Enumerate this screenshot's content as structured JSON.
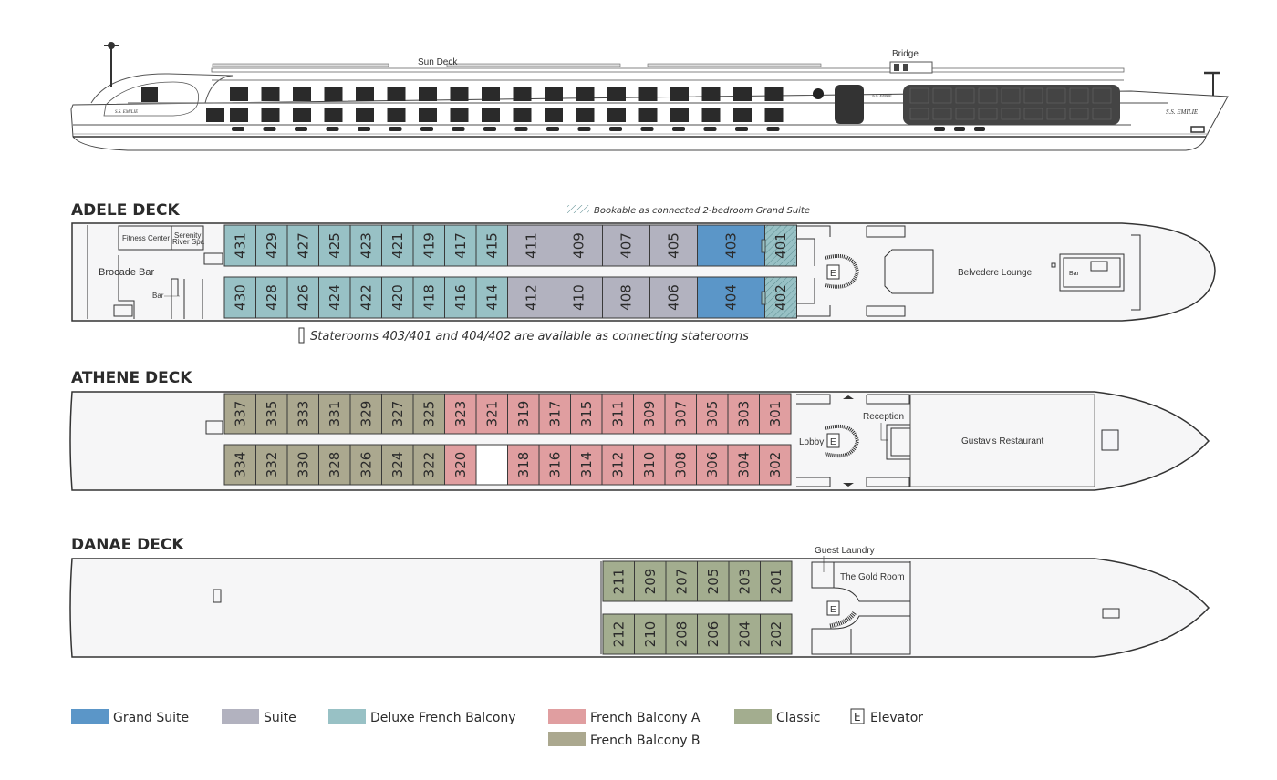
{
  "colors": {
    "grand_suite": "#5b96c8",
    "suite": "#b2b2bf",
    "deluxe_french_balcony": "#98c1c5",
    "french_balcony_a": "#e09ea0",
    "french_balcony_b": "#aba88f",
    "classic": "#a3ad8f"
  },
  "profile": {
    "labels": {
      "sun_deck": "Sun Deck",
      "bridge": "Bridge"
    },
    "ship_name": "S.S. EMILIE"
  },
  "adele": {
    "title": "ADELE DECK",
    "bookable_note": "Bookable as connected 2-bedroom Grand Suite",
    "connecting_note": "Staterooms 403/401 and 404/402 are available as connecting staterooms",
    "areas": {
      "fitness": "Fitness Center",
      "spa_line1": "Serenity",
      "spa_line2": "River Spa",
      "brocade_bar": "Brocade Bar",
      "bar": "Bar",
      "lounge": "Belvedere Lounge",
      "lounge_bar": "Bar",
      "elevator": "E"
    },
    "top": [
      {
        "num": "431",
        "cat": "deluxe_french_balcony"
      },
      {
        "num": "429",
        "cat": "deluxe_french_balcony"
      },
      {
        "num": "427",
        "cat": "deluxe_french_balcony"
      },
      {
        "num": "425",
        "cat": "deluxe_french_balcony"
      },
      {
        "num": "423",
        "cat": "deluxe_french_balcony"
      },
      {
        "num": "421",
        "cat": "deluxe_french_balcony"
      },
      {
        "num": "419",
        "cat": "deluxe_french_balcony"
      },
      {
        "num": "417",
        "cat": "deluxe_french_balcony"
      },
      {
        "num": "415",
        "cat": "deluxe_french_balcony"
      },
      {
        "num": "411",
        "cat": "suite"
      },
      {
        "num": "409",
        "cat": "suite"
      },
      {
        "num": "407",
        "cat": "suite"
      },
      {
        "num": "405",
        "cat": "suite"
      },
      {
        "num": "403",
        "cat": "grand_suite"
      },
      {
        "num": "401",
        "cat": "deluxe_french_balcony",
        "hatched": true
      }
    ],
    "bottom": [
      {
        "num": "430",
        "cat": "deluxe_french_balcony"
      },
      {
        "num": "428",
        "cat": "deluxe_french_balcony"
      },
      {
        "num": "426",
        "cat": "deluxe_french_balcony"
      },
      {
        "num": "424",
        "cat": "deluxe_french_balcony"
      },
      {
        "num": "422",
        "cat": "deluxe_french_balcony"
      },
      {
        "num": "420",
        "cat": "deluxe_french_balcony"
      },
      {
        "num": "418",
        "cat": "deluxe_french_balcony"
      },
      {
        "num": "416",
        "cat": "deluxe_french_balcony"
      },
      {
        "num": "414",
        "cat": "deluxe_french_balcony"
      },
      {
        "num": "412",
        "cat": "suite"
      },
      {
        "num": "410",
        "cat": "suite"
      },
      {
        "num": "408",
        "cat": "suite"
      },
      {
        "num": "406",
        "cat": "suite"
      },
      {
        "num": "404",
        "cat": "grand_suite"
      },
      {
        "num": "402",
        "cat": "deluxe_french_balcony",
        "hatched": true
      }
    ]
  },
  "athene": {
    "title": "ATHENE DECK",
    "areas": {
      "lobby": "Lobby",
      "reception": "Reception",
      "restaurant": "Gustav's Restaurant",
      "elevator": "E"
    },
    "top": [
      {
        "num": "337",
        "cat": "french_balcony_b"
      },
      {
        "num": "335",
        "cat": "french_balcony_b"
      },
      {
        "num": "333",
        "cat": "french_balcony_b"
      },
      {
        "num": "331",
        "cat": "french_balcony_b"
      },
      {
        "num": "329",
        "cat": "french_balcony_b"
      },
      {
        "num": "327",
        "cat": "french_balcony_b"
      },
      {
        "num": "325",
        "cat": "french_balcony_b"
      },
      {
        "num": "323",
        "cat": "french_balcony_a"
      },
      {
        "num": "321",
        "cat": "french_balcony_a"
      },
      {
        "num": "319",
        "cat": "french_balcony_a"
      },
      {
        "num": "317",
        "cat": "french_balcony_a"
      },
      {
        "num": "315",
        "cat": "french_balcony_a"
      },
      {
        "num": "311",
        "cat": "french_balcony_a"
      },
      {
        "num": "309",
        "cat": "french_balcony_a"
      },
      {
        "num": "307",
        "cat": "french_balcony_a"
      },
      {
        "num": "305",
        "cat": "french_balcony_a"
      },
      {
        "num": "303",
        "cat": "french_balcony_a"
      },
      {
        "num": "301",
        "cat": "french_balcony_a"
      }
    ],
    "bottom": [
      {
        "num": "334",
        "cat": "french_balcony_b"
      },
      {
        "num": "332",
        "cat": "french_balcony_b"
      },
      {
        "num": "330",
        "cat": "french_balcony_b"
      },
      {
        "num": "328",
        "cat": "french_balcony_b"
      },
      {
        "num": "326",
        "cat": "french_balcony_b"
      },
      {
        "num": "324",
        "cat": "french_balcony_b"
      },
      {
        "num": "322",
        "cat": "french_balcony_b"
      },
      {
        "num": "320",
        "cat": "french_balcony_a"
      },
      {
        "num": "",
        "cat": "empty"
      },
      {
        "num": "318",
        "cat": "french_balcony_a"
      },
      {
        "num": "316",
        "cat": "french_balcony_a"
      },
      {
        "num": "314",
        "cat": "french_balcony_a"
      },
      {
        "num": "312",
        "cat": "french_balcony_a"
      },
      {
        "num": "310",
        "cat": "french_balcony_a"
      },
      {
        "num": "308",
        "cat": "french_balcony_a"
      },
      {
        "num": "306",
        "cat": "french_balcony_a"
      },
      {
        "num": "304",
        "cat": "french_balcony_a"
      },
      {
        "num": "302",
        "cat": "french_balcony_a"
      }
    ]
  },
  "danae": {
    "title": "DANAE DECK",
    "areas": {
      "laundry": "Guest Laundry",
      "gold_room": "The Gold Room",
      "elevator": "E"
    },
    "top": [
      {
        "num": "211",
        "cat": "classic"
      },
      {
        "num": "209",
        "cat": "classic"
      },
      {
        "num": "207",
        "cat": "classic"
      },
      {
        "num": "205",
        "cat": "classic"
      },
      {
        "num": "203",
        "cat": "classic"
      },
      {
        "num": "201",
        "cat": "classic"
      }
    ],
    "bottom": [
      {
        "num": "212",
        "cat": "classic"
      },
      {
        "num": "210",
        "cat": "classic"
      },
      {
        "num": "208",
        "cat": "classic"
      },
      {
        "num": "206",
        "cat": "classic"
      },
      {
        "num": "204",
        "cat": "classic"
      },
      {
        "num": "202",
        "cat": "classic"
      }
    ]
  },
  "legend": [
    {
      "label": "Grand Suite",
      "cat": "grand_suite"
    },
    {
      "label": "Suite",
      "cat": "suite"
    },
    {
      "label": "Deluxe French Balcony",
      "cat": "deluxe_french_balcony"
    },
    {
      "label": "French Balcony A",
      "cat": "french_balcony_a"
    },
    {
      "label": "French Balcony B",
      "cat": "french_balcony_b"
    },
    {
      "label": "Classic",
      "cat": "classic"
    },
    {
      "label": "Elevator",
      "symbol": "E"
    }
  ]
}
